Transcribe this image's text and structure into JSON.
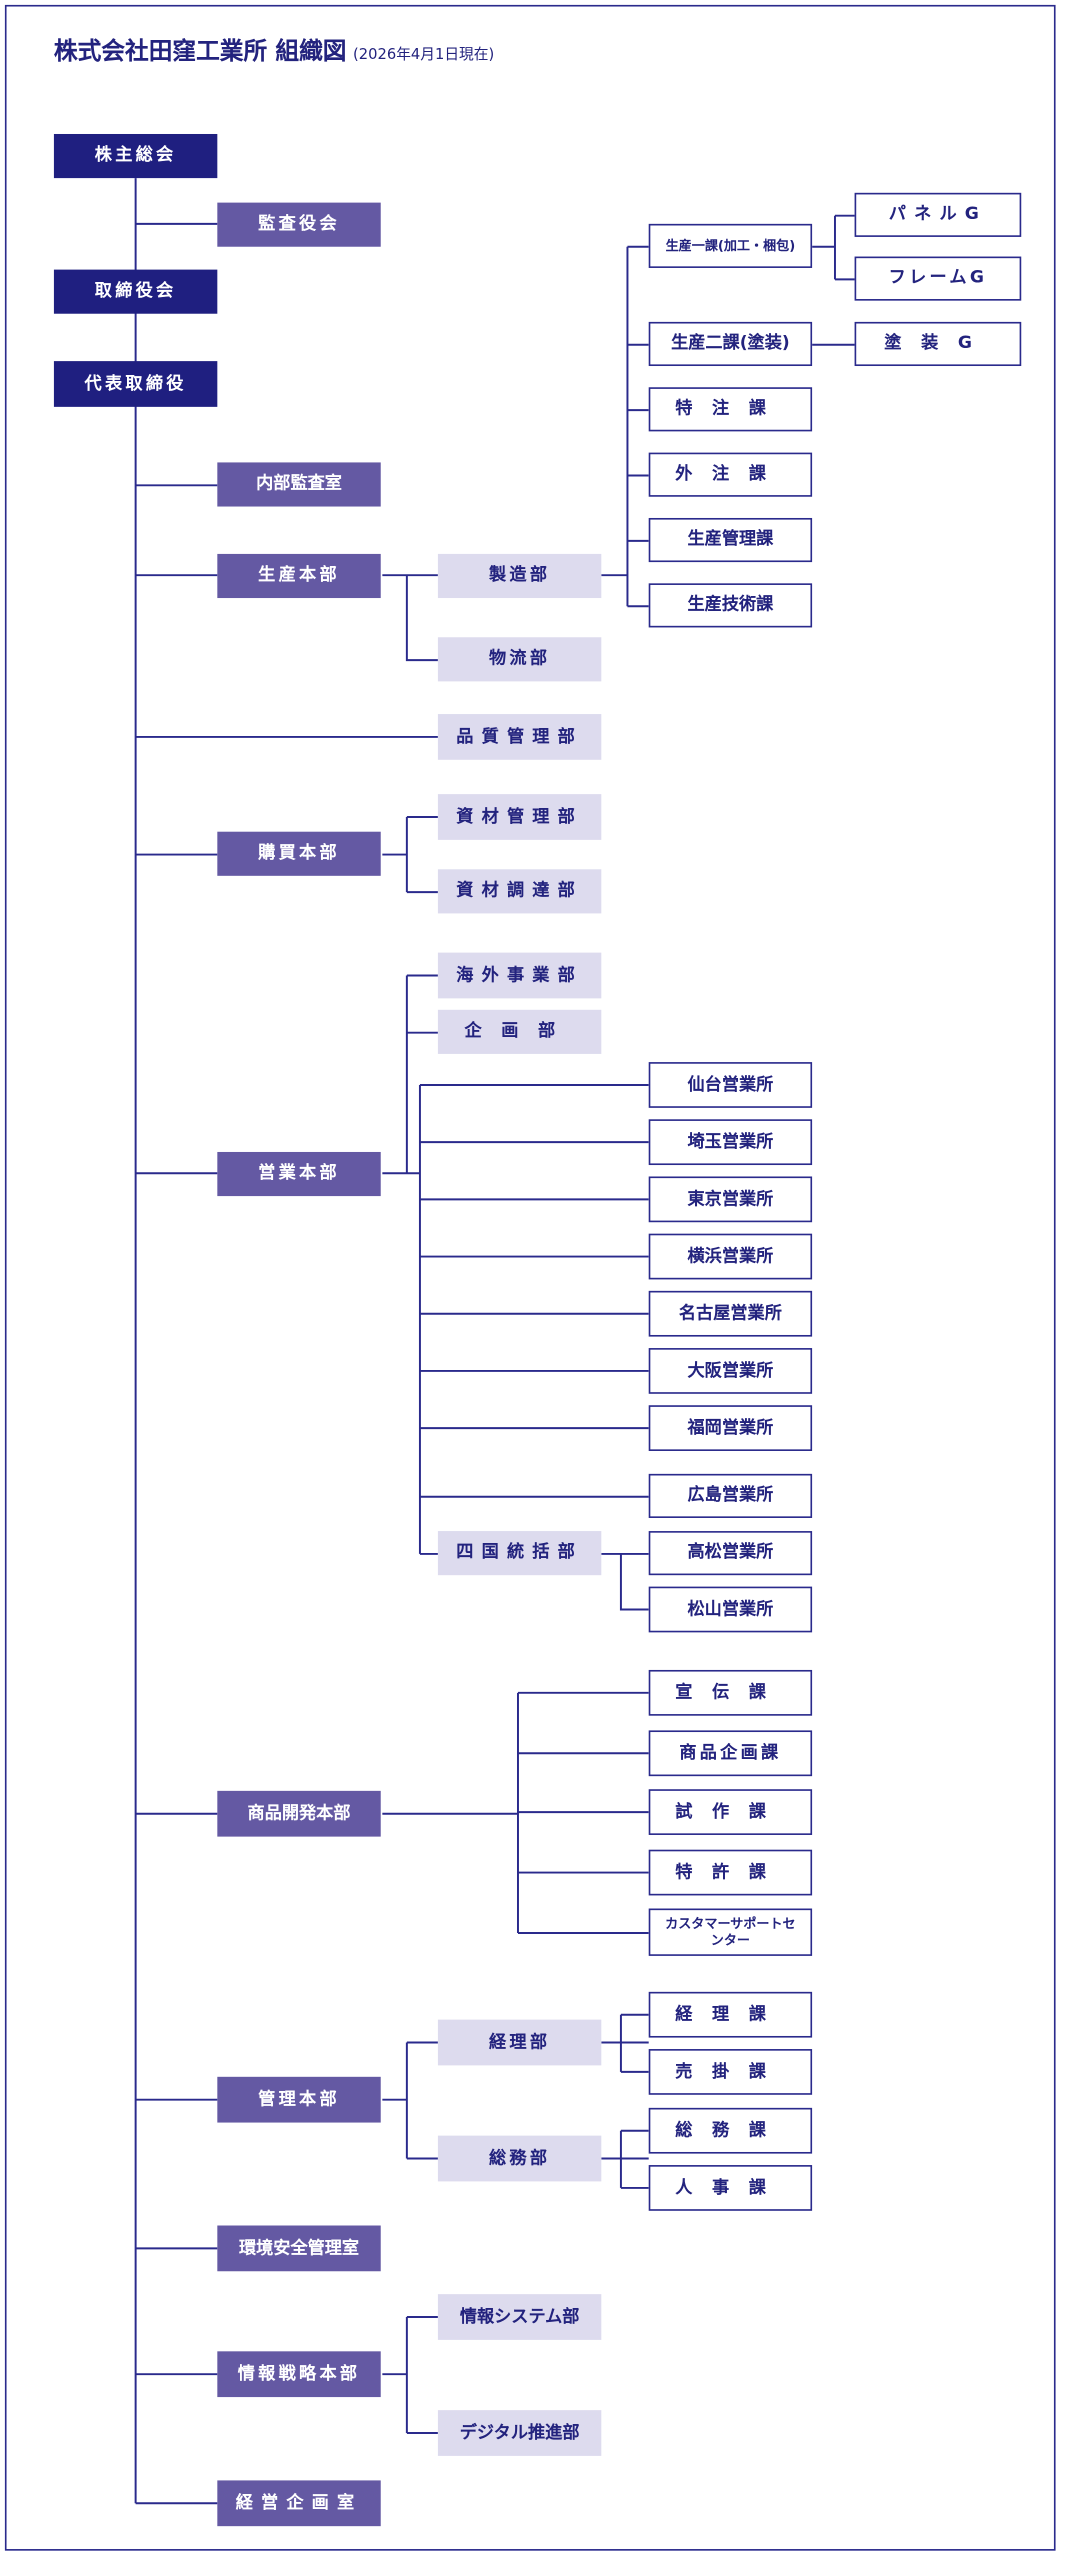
{
  "title": "株式会社田窪工業所 組織図",
  "as_of": "(2026年4月1日現在)",
  "colors": {
    "executive": "#1f1f80",
    "headquarters": "#6459a3",
    "department": "#dddbee",
    "section_border": "#2a2a8c"
  },
  "nodes": [
    {
      "id": "shareholders",
      "label": "株主総会"
    },
    {
      "id": "auditors",
      "label": "監査役会"
    },
    {
      "id": "board",
      "label": "取締役会"
    },
    {
      "id": "ceo",
      "label": "代表取締役"
    },
    {
      "id": "internal_audit",
      "label": "内部監査室"
    },
    {
      "id": "production_hq",
      "label": "生産本部"
    },
    {
      "id": "manufacturing",
      "label": "製造部"
    },
    {
      "id": "logistics",
      "label": "物流部"
    },
    {
      "id": "prod1",
      "label": "生産一課(加工・梱包)"
    },
    {
      "id": "panel_g",
      "label": "パネルG"
    },
    {
      "id": "frame_g",
      "label": "フレームG"
    },
    {
      "id": "prod2",
      "label": "生産二課(塗装)"
    },
    {
      "id": "paint_g",
      "label": "塗装G"
    },
    {
      "id": "special_order",
      "label": "特注課"
    },
    {
      "id": "outsourcing",
      "label": "外注課"
    },
    {
      "id": "prod_control",
      "label": "生産管理課"
    },
    {
      "id": "prod_tech",
      "label": "生産技術課"
    },
    {
      "id": "quality",
      "label": "品質管理部"
    },
    {
      "id": "purchasing_hq",
      "label": "購買本部"
    },
    {
      "id": "materials_mgmt",
      "label": "資材管理部"
    },
    {
      "id": "materials_proc",
      "label": "資材調達部"
    },
    {
      "id": "sales_hq",
      "label": "営業本部"
    },
    {
      "id": "overseas",
      "label": "海外事業部"
    },
    {
      "id": "planning",
      "label": "企画部"
    },
    {
      "id": "sendai",
      "label": "仙台営業所"
    },
    {
      "id": "saitama",
      "label": "埼玉営業所"
    },
    {
      "id": "tokyo",
      "label": "東京営業所"
    },
    {
      "id": "yokohama",
      "label": "横浜営業所"
    },
    {
      "id": "nagoya",
      "label": "名古屋営業所"
    },
    {
      "id": "osaka",
      "label": "大阪営業所"
    },
    {
      "id": "fukuoka",
      "label": "福岡営業所"
    },
    {
      "id": "hiroshima",
      "label": "広島営業所"
    },
    {
      "id": "shikoku",
      "label": "四国統括部"
    },
    {
      "id": "takamatsu",
      "label": "高松営業所"
    },
    {
      "id": "matsuyama",
      "label": "松山営業所"
    },
    {
      "id": "product_dev_hq",
      "label": "商品開発本部"
    },
    {
      "id": "advertising",
      "label": "宣伝課"
    },
    {
      "id": "product_planning",
      "label": "商品企画課"
    },
    {
      "id": "prototype",
      "label": "試作課"
    },
    {
      "id": "patent",
      "label": "特許課"
    },
    {
      "id": "customer_support",
      "label": "カスタマーサポートセンター"
    },
    {
      "id": "admin_hq",
      "label": "管理本部"
    },
    {
      "id": "accounting_dept",
      "label": "経理部"
    },
    {
      "id": "general_affairs_dept",
      "label": "総務部"
    },
    {
      "id": "accounting",
      "label": "経理課"
    },
    {
      "id": "receivables",
      "label": "売掛課"
    },
    {
      "id": "general_affairs",
      "label": "総務課"
    },
    {
      "id": "hr",
      "label": "人事課"
    },
    {
      "id": "env_safety",
      "label": "環境安全管理室"
    },
    {
      "id": "info_strategy_hq",
      "label": "情報戦略本部"
    },
    {
      "id": "info_systems",
      "label": "情報システム部"
    },
    {
      "id": "digital",
      "label": "デジタル推進部"
    },
    {
      "id": "corp_planning",
      "label": "経営企画室"
    }
  ]
}
